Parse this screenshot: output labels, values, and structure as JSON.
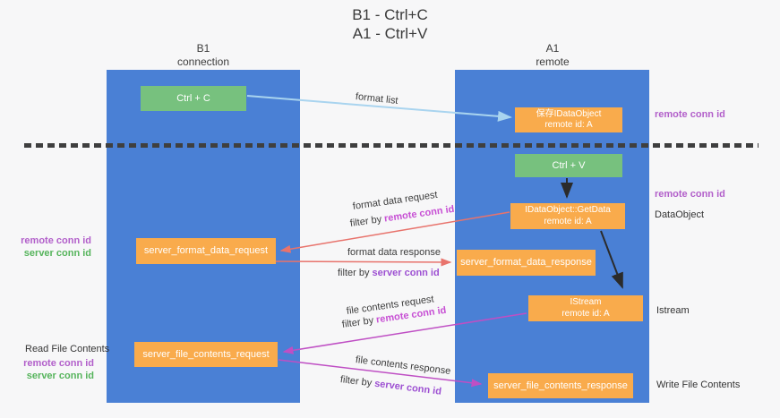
{
  "title": {
    "line1": "B1 - Ctrl+C",
    "line2": "A1 - Ctrl+V"
  },
  "columns": {
    "left": {
      "name": "B1",
      "role": "connection"
    },
    "right": {
      "name": "A1",
      "role": "remote"
    }
  },
  "boxes": {
    "ctrl_c": {
      "label": "Ctrl + C"
    },
    "save_idataobject": {
      "line1": "保存IDataObject",
      "line2": "remote id: A"
    },
    "ctrl_v": {
      "label": "Ctrl + V"
    },
    "getdata": {
      "line1": "IDataObject::GetData",
      "line2": "remote id: A"
    },
    "format_request": {
      "label": "server_format_data_request"
    },
    "format_response": {
      "label": "server_format_data_response"
    },
    "istream": {
      "line1": "IStream",
      "line2": "remote id: A"
    },
    "file_request": {
      "label": "server_file_contents_request"
    },
    "file_response": {
      "label": "server_file_contents_response"
    }
  },
  "flow_labels": {
    "format_list": "format list",
    "format_data_request": "format data request",
    "format_data_response": "format data response",
    "file_contents_request": "file contents request",
    "file_contents_response": "file contents response",
    "filter_by": "filter by ",
    "remote_conn_id": "remote conn id",
    "server_conn_id": "server conn id"
  },
  "side_labels": {
    "remote_conn_id": "remote conn id",
    "server_conn_id": "server conn id",
    "dataobject": "DataObject",
    "istream": "Istream",
    "read_file_contents": "Read File Contents",
    "write_file_contents": "Write File Contents"
  },
  "colors": {
    "lane_blue": "#4a80d5",
    "box_green": "#77c17e",
    "box_orange": "#f9ab4c",
    "arrow_blue": "#a9d4ef",
    "arrow_red": "#e8736c",
    "arrow_magenta": "#bf4fc4",
    "arrow_black": "#2b2b2b",
    "label_purple": "#b25fca",
    "label_green": "#56b45c",
    "filter_remote_magenta": "#c74fd4",
    "filter_server_purple": "#9d50d2"
  }
}
